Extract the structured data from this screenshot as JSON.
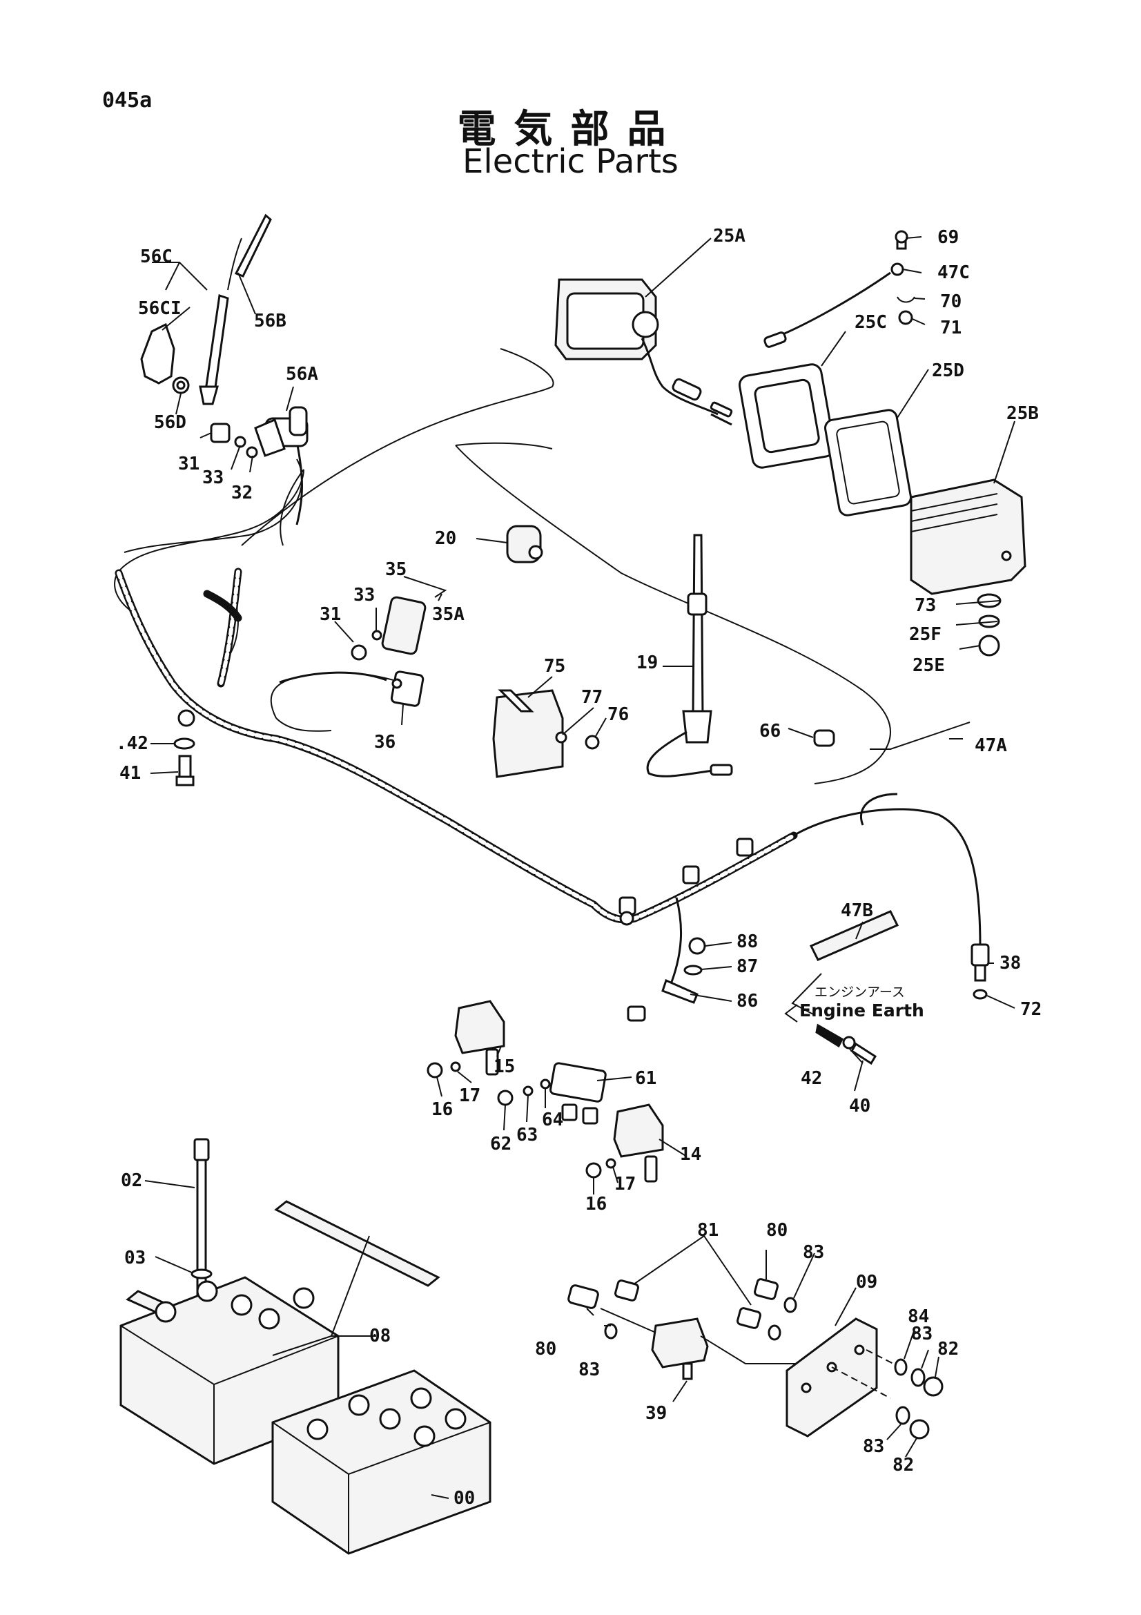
{
  "page_id": "045a",
  "title_jp": "電気部品",
  "title_en": "Electric Parts",
  "engine_earth": {
    "jp": "エンジンアース",
    "en": "Engine Earth"
  },
  "labels": [
    "56C",
    "56CI",
    "56B",
    "56A",
    "56D",
    "31",
    "33",
    "32",
    "25A",
    "69",
    "47C",
    "70",
    "71",
    "25C",
    "25D",
    "25B",
    "20",
    "35",
    "33",
    "31",
    "35A",
    "36",
    "75",
    "77",
    "76",
    "19",
    "73",
    "25F",
    "25E",
    "66",
    "47A",
    ".42",
    "41",
    "88",
    "87",
    "86",
    "47B",
    "38",
    "72",
    "42",
    "40",
    "15",
    "61",
    "16",
    "17",
    "64",
    "63",
    "62",
    "14",
    "17",
    "16",
    "02",
    "03",
    "08",
    "00",
    "81",
    "80",
    "83",
    "09",
    "80",
    "83",
    "84",
    "83",
    "82",
    "39",
    "83",
    "82"
  ]
}
